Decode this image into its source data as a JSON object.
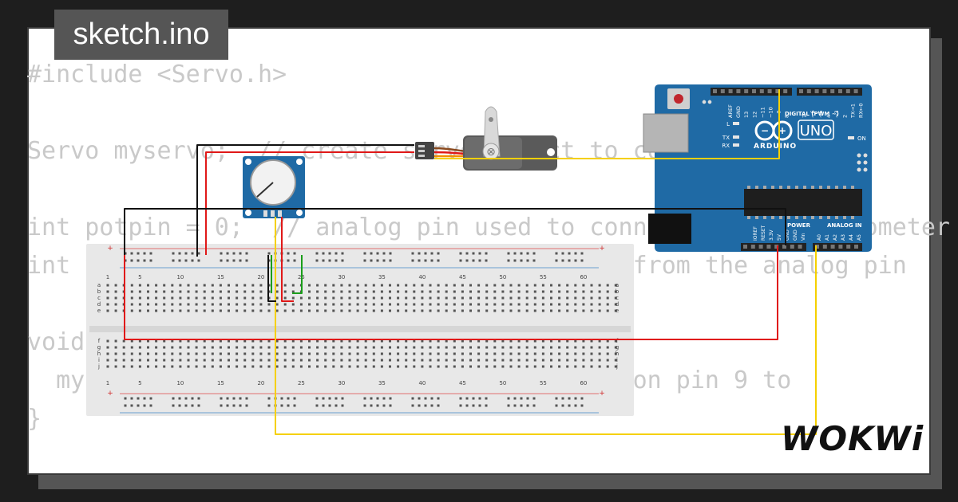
{
  "title": "sketch.ino",
  "code_lines": [
    "#include <Servo.h>",
    "",
    "Servo myservo;  // create servo object to control a servo",
    "",
    "int potpin = 0;  // analog pin used to connect the potentiometer",
    "int val;    // variable to read the value from the analog pin",
    "",
    "void loop() {",
    "  myservo.write(val);   // sets the servo on pin 9 to",
    "}"
  ],
  "arduino": {
    "model": "UNO",
    "brand": "ARDUINO",
    "digital_header": "DIGITAL (PWM ~)",
    "power_header": "POWER",
    "analog_header": "ANALOG IN",
    "digital_pins": [
      "AREF",
      "GND",
      "13",
      "12",
      "~11",
      "~10",
      "~9",
      "8",
      "7",
      "~6",
      "~5",
      "4",
      "~3",
      "2",
      "TX→1",
      "RX←0"
    ],
    "power_pins": [
      "IOREF",
      "RESET",
      "3.3V",
      "5V",
      "GND",
      "GND",
      "Vin"
    ],
    "analog_pins": [
      "A0",
      "A1",
      "A2",
      "A3",
      "A4",
      "A5"
    ],
    "leds": [
      "L",
      "TX",
      "RX",
      "ON"
    ]
  },
  "breadboard": {
    "column_numbers": [
      "1",
      "5",
      "10",
      "15",
      "20",
      "25",
      "30",
      "35",
      "40",
      "45",
      "50",
      "55",
      "60"
    ],
    "rows_top": [
      "a",
      "b",
      "c",
      "d",
      "e"
    ],
    "rows_bottom": [
      "f",
      "g",
      "h",
      "i",
      "j"
    ]
  },
  "logo": "WOKWi",
  "colors": {
    "wire_red": "#e01818",
    "wire_black": "#111111",
    "wire_yellow": "#f5d000",
    "wire_green": "#1a9e1a",
    "arduino_blue": "#1f6aa5"
  }
}
